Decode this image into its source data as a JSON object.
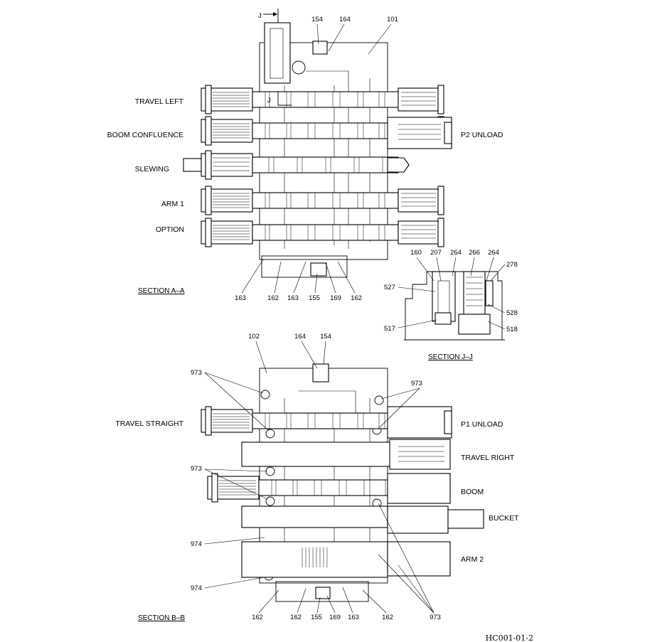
{
  "drawing_code": "HC001-01-2",
  "section_aa": {
    "title": "SECTION  A–A",
    "left_labels": [
      "TRAVEL LEFT",
      "BOOM CONFLUENCE",
      "SLEWING",
      "ARM 1",
      "OPTION"
    ],
    "right_labels": [
      "P2 UNLOAD"
    ],
    "section_marker": "J",
    "top_callouts": [
      "154",
      "164",
      "101"
    ],
    "bottom_callouts": [
      "163",
      "162",
      "163",
      "155",
      "169",
      "162"
    ]
  },
  "section_jj": {
    "title": "SECTION  J–J",
    "top_callouts": [
      "160",
      "207",
      "264",
      "266",
      "264",
      "278"
    ],
    "side_callouts": [
      "527",
      "517",
      "528",
      "518"
    ]
  },
  "section_bb": {
    "title": "SECTION  B–B",
    "left_labels": [
      "TRAVEL STRAIGHT"
    ],
    "right_labels": [
      "P1 UNLOAD",
      "TRAVEL RIGHT",
      "BOOM",
      "BUCKET",
      "ARM 2"
    ],
    "top_callouts": [
      "102",
      "164",
      "154"
    ],
    "left_callouts": [
      "973",
      "973",
      "974",
      "974"
    ],
    "right_callouts": [
      "973"
    ],
    "bottom_callouts": [
      "162",
      "162",
      "155",
      "169",
      "163",
      "162",
      "973"
    ]
  }
}
